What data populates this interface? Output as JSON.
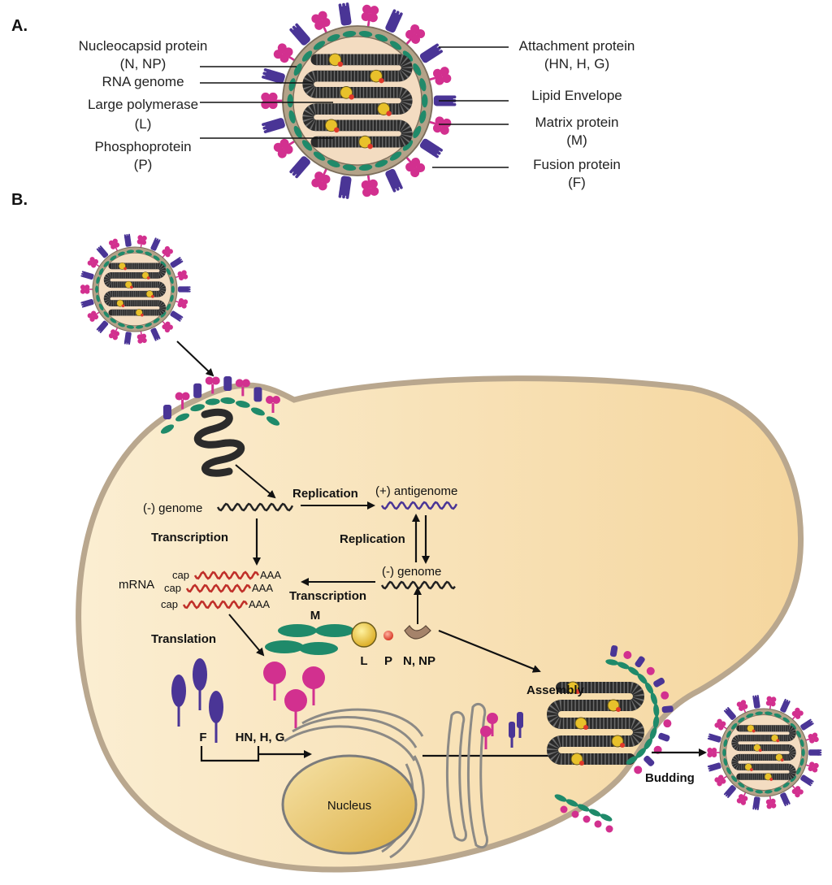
{
  "panels": {
    "a": "A.",
    "b": "B."
  },
  "labels_left": [
    {
      "line1": "Nucleocapsid protein",
      "line2": "(N, NP)"
    },
    {
      "line1": "RNA genome",
      "line2": ""
    },
    {
      "line1": "Large polymerase",
      "line2": "(L)"
    },
    {
      "line1": "Phosphoprotein",
      "line2": "(P)"
    }
  ],
  "labels_right": [
    {
      "line1": "Attachment protein",
      "line2": "(HN, H, G)"
    },
    {
      "line1": "Lipid Envelope",
      "line2": ""
    },
    {
      "line1": "Matrix protein",
      "line2": "(M)"
    },
    {
      "line1": "Fusion protein",
      "line2": "(F)"
    }
  ],
  "cycle": {
    "neg_genome_1": "(-) genome",
    "replication_1": "Replication",
    "pos_antigenome": "(+) antigenome",
    "transcription_1": "Transcription",
    "replication_2": "Replication",
    "neg_genome_2": "(-) genome",
    "transcription_2": "Transcription",
    "mrna": "mRNA",
    "cap": "cap",
    "polya": "AAA",
    "translation": "Translation",
    "m_label": "M",
    "l_label": "L",
    "p_label": "P",
    "n_label": "N, NP",
    "f_label": "F",
    "hn_label": "HN, H, G",
    "nucleus": "Nucleus",
    "assembly": "Assembly",
    "budding": "Budding"
  },
  "colors": {
    "attachment": "#d2308f",
    "fusion": "#4a3596",
    "matrix": "#1f8a6a",
    "envelope": "#b3a288",
    "cytoplasm": "#f6e0b4",
    "virion_inner": "#f3dcc1",
    "nucleocapsid": "#2b2b2b",
    "polymerase": "#e8c12b",
    "phospho": "#e0392b",
    "mrna": "#c0302a",
    "antigenome": "#4a3596"
  }
}
